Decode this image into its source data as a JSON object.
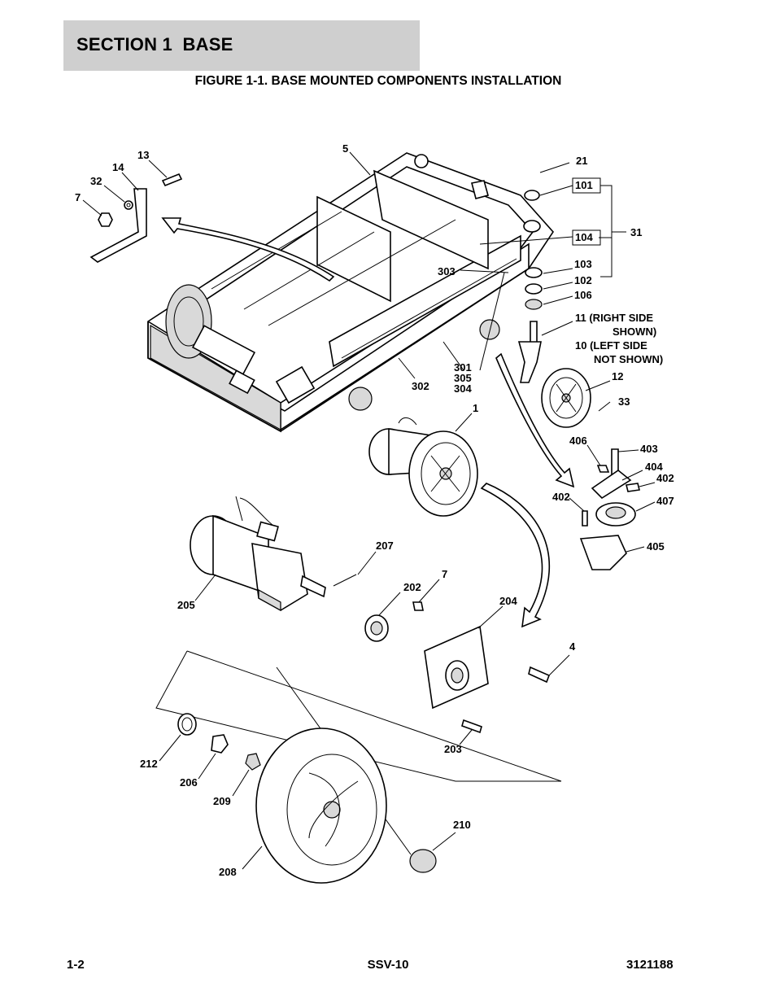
{
  "header": {
    "section": "SECTION 1  BASE",
    "figure_title": "FIGURE 1-1. BASE MOUNTED COMPONENTS INSTALLATION"
  },
  "callouts": {
    "c13": "13",
    "c14": "14",
    "c32": "32",
    "c7a": "7",
    "c5": "5",
    "c21": "21",
    "c101": "101",
    "c104": "104",
    "c31": "31",
    "c103": "103",
    "c102": "102",
    "c106": "106",
    "c303": "303",
    "c11_line1": "11 (RIGHT SIDE",
    "c11_line2": "SHOWN)",
    "c10_line1": "10 (LEFT SIDE",
    "c10_line2": "NOT SHOWN)",
    "c12": "12",
    "c33": "33",
    "c301": "301",
    "c305": "305",
    "c304": "304",
    "c302": "302",
    "c1": "1",
    "c406": "406",
    "c403": "403",
    "c404": "404",
    "c402a": "402",
    "c402b": "402",
    "c407": "407",
    "c405": "405",
    "c207": "207",
    "c205": "205",
    "c202": "202",
    "c7b": "7",
    "c204": "204",
    "c4": "4",
    "c203": "203",
    "c212": "212",
    "c206": "206",
    "c209": "209",
    "c210": "210",
    "c208": "208"
  },
  "footer": {
    "page": "1-2",
    "model": "SSV-10",
    "doc_number": "3121188"
  }
}
